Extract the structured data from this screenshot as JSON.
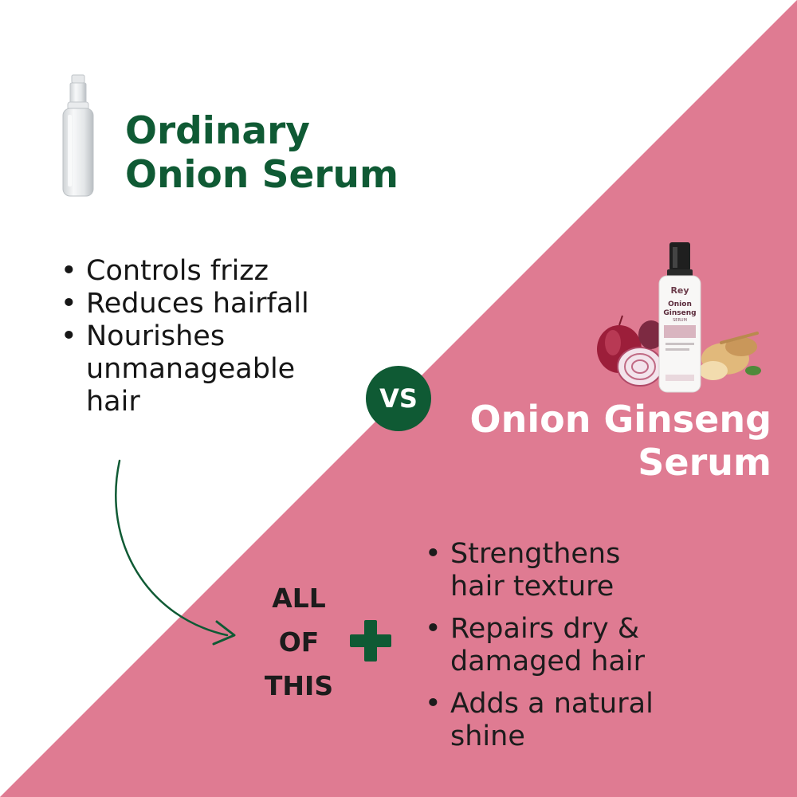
{
  "colors": {
    "pink": "#df7b92",
    "green": "#0f5a34",
    "white": "#ffffff",
    "text_dark": "#1c1c1c"
  },
  "left": {
    "title_lines": [
      "Ordinary",
      "Onion Serum"
    ],
    "features": [
      "Controls frizz",
      "Reduces hairfall",
      "Nourishes\nunmanageable\nhair"
    ],
    "image_icon": "clear-spray-bottle-icon"
  },
  "vs": "VS",
  "right": {
    "title_lines": [
      "Onion Ginseng",
      "Serum"
    ],
    "product_label": {
      "brand": "Rey",
      "name_line1": "Onion",
      "name_line2": "Ginseng",
      "name_line3": "SERUM"
    },
    "features": [
      "Strengthens\nhair texture",
      "Repairs dry &\ndamaged hair",
      "Adds a natural\nshine"
    ],
    "image_icons": [
      "serum-bottle-icon",
      "red-onion-icon",
      "ginseng-root-icon"
    ]
  },
  "combo": {
    "lines": [
      "ALL",
      "OF",
      "THIS"
    ],
    "icon": "plus-icon",
    "arrow_icon": "curved-arrow-icon"
  }
}
